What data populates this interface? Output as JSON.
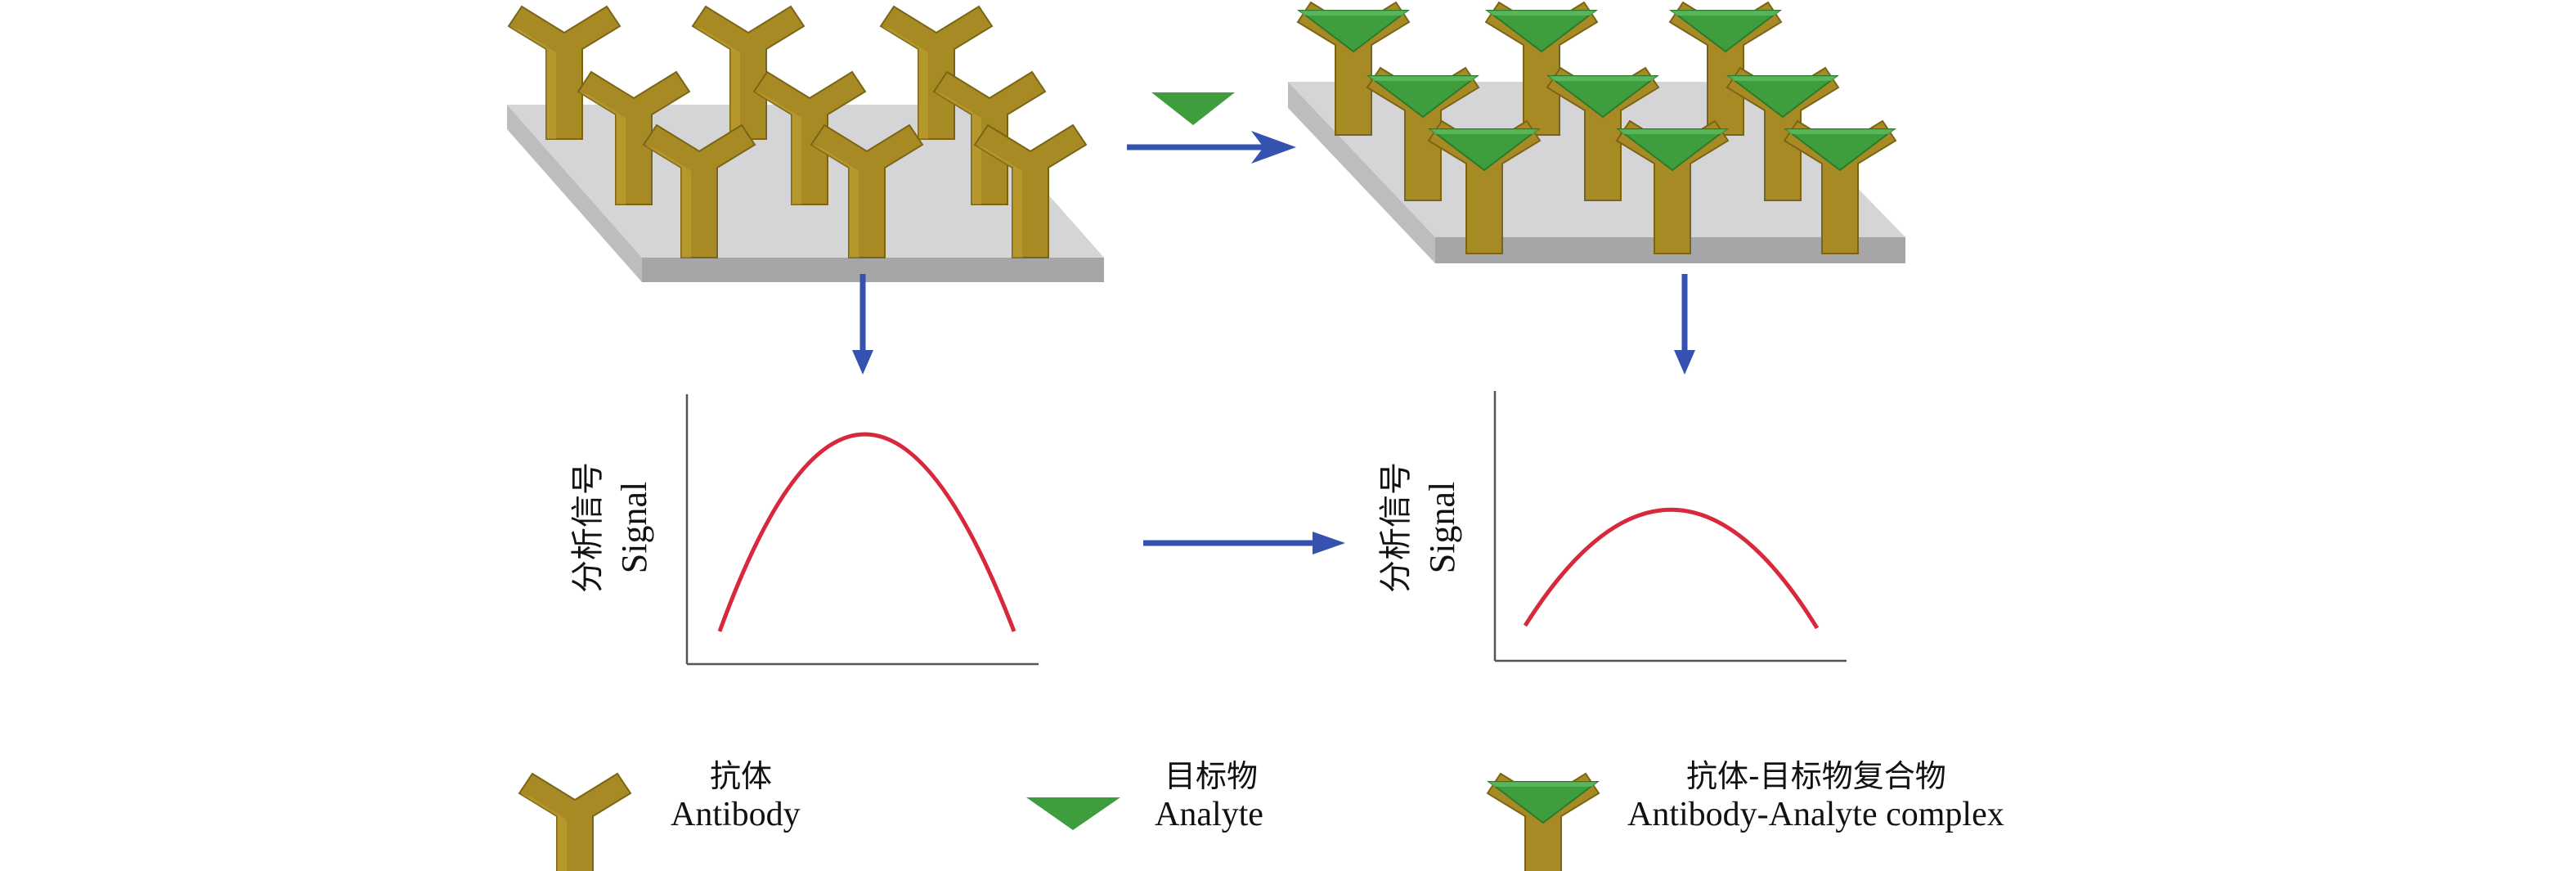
{
  "colors": {
    "antibody": "#a88a24",
    "analyte": "#3e9e3e",
    "arrow": "#3552b0",
    "curve": "#d8283c",
    "plate_top": "#d5d5d7",
    "plate_side": "#a6a6a8"
  },
  "plot_left": {
    "ylabel_cn": "分析信号",
    "ylabel_en": "Signal"
  },
  "plot_right": {
    "ylabel_cn": "分析信号",
    "ylabel_en": "Signal"
  },
  "legend": {
    "antibody": {
      "cn": "抗体",
      "en": "Antibody",
      "icon": "antibody-icon"
    },
    "analyte": {
      "cn": "目标物",
      "en": "Analyte",
      "icon": "analyte-icon"
    },
    "complex": {
      "cn": "抗体-目标物复合物",
      "en": "Antibody-Analyte complex",
      "icon": "antibody-analyte-complex-icon"
    }
  }
}
